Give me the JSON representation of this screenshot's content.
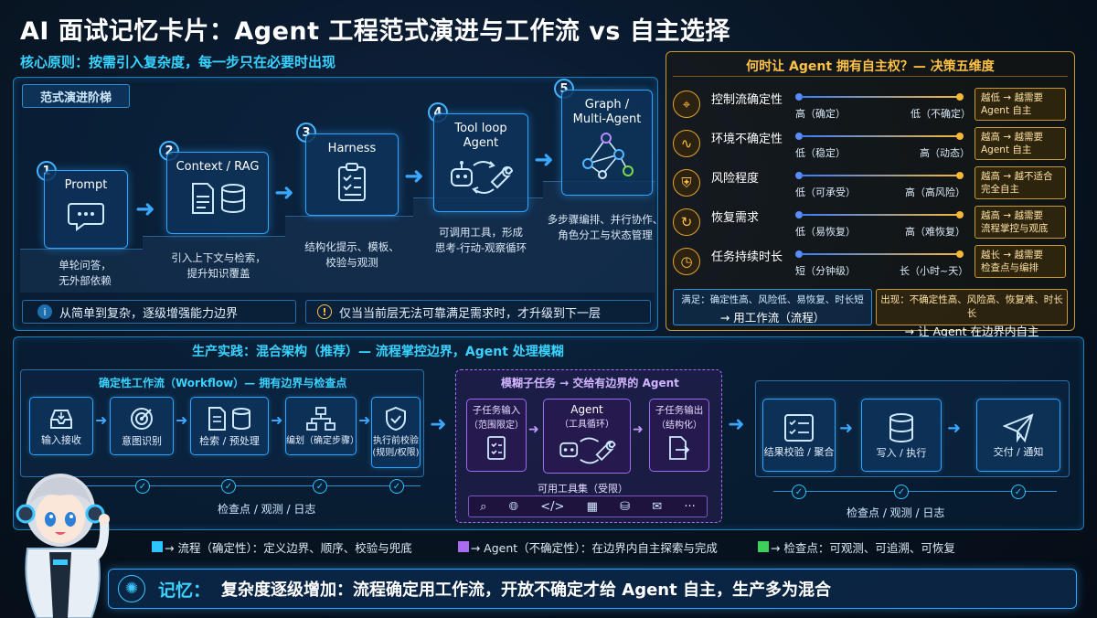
{
  "header": {
    "title": "AI 面试记忆卡片：Agent 工程范式演进与工作流 vs 自主选择",
    "subtitle": "核心原则：按需引入复杂度，每一步只在必要时出现"
  },
  "ladder": {
    "tag": "范式演进阶梯",
    "steps": [
      {
        "num": "1",
        "title": "Prompt",
        "desc1": "单轮问答，",
        "desc2": "无外部依赖"
      },
      {
        "num": "2",
        "title": "Context / RAG",
        "desc1": "引入上下文与检索，",
        "desc2": "提升知识覆盖"
      },
      {
        "num": "3",
        "title": "Harness",
        "desc1": "结构化提示、模板、",
        "desc2": "校验与观测"
      },
      {
        "num": "4",
        "title1": "Tool loop",
        "title2": "Agent",
        "desc1": "可调用工具，形成",
        "desc2": "思考-行动-观察循环"
      },
      {
        "num": "5",
        "title1": "Graph /",
        "title2": "Multi-Agent",
        "desc1": "多步骤编排、并行协作、",
        "desc2": "角色分工与状态管理"
      }
    ],
    "note_left": "从简单到复杂，逐级增强能力边界",
    "note_right": "仅当当前层无法可靠满足需求时，才升级到下一层"
  },
  "decision": {
    "title": "何时让 Agent 拥有自主权？— 决策五维度",
    "rows": [
      {
        "label": "控制流确定性",
        "low": "高（确定）",
        "high": "低（不确定）",
        "badge1": "越低 → 越需要",
        "badge2": "Agent 自主"
      },
      {
        "label": "环境不确定性",
        "low": "低（稳定）",
        "high": "高（动态）",
        "badge1": "越高 → 越需要",
        "badge2": "Agent 自主"
      },
      {
        "label": "风险程度",
        "low": "低（可承受）",
        "high": "高（高风险）",
        "badge1": "越高 → 越不适合",
        "badge2": "完全自主"
      },
      {
        "label": "恢复需求",
        "low": "低（易恢复）",
        "high": "高（难恢复）",
        "badge1": "越高 → 越需要",
        "badge2": "流程掌控与观底"
      },
      {
        "label": "任务持续时长",
        "low": "短（分钟级）",
        "high": "长（小时~天）",
        "badge1": "越长 → 越需要",
        "badge2": "检查点与编排"
      }
    ],
    "left_cond": "满足：确定性高、风险低、易恢复、时长短",
    "left_result": "→ 用工作流（流程）",
    "right_cond": "出现：不确定性高、风险高、恢复难、时长长",
    "right_result": "→ 让 Agent 在边界内自主"
  },
  "production": {
    "title": "生产实践：混合架构（推荐）— 流程掌控边界，Agent 处理模糊",
    "workflow_title": "确定性工作流（Workflow）— 拥有边界与检查点",
    "wf_steps": [
      "输入接收",
      "意图识别",
      "检索 / 预处理",
      "编划（确定步骤）",
      "执行前校验",
      "(规则/权限)"
    ],
    "checkpoints_label": "检查点 / 观测 / 日志",
    "agent_title": "模糊子任务 → 交给有边界的 Agent",
    "agent_in1": "子任务输入",
    "agent_in2": "（范围限定）",
    "agent_core1": "Agent",
    "agent_core2": "（工具循环）",
    "agent_out1": "子任务输出",
    "agent_out2": "（结构化）",
    "tools_label": "可用工具集（受限）",
    "tail_steps": [
      "结果校验 / 聚合",
      "写入 / 执行",
      "交付 / 通知"
    ],
    "tail_checkpoints_label": "检查点 / 观测 / 日志"
  },
  "legend": {
    "flow": "→ 流程（确定性）：定义边界、顺序、校验与兜底",
    "agent": "→ Agent（不确定性）：在边界内自主探索与完成",
    "check": "→ 检查点：可观测、可追溯、可恢复",
    "colors": {
      "flow": "#2ec4ff",
      "agent": "#a86cf0",
      "check": "#3ccf5a"
    }
  },
  "memory": {
    "label": "记忆：",
    "text": "复杂度逐级增加：流程确定用工作流，开放不确定才给 Agent 自主，生产多为混合"
  }
}
